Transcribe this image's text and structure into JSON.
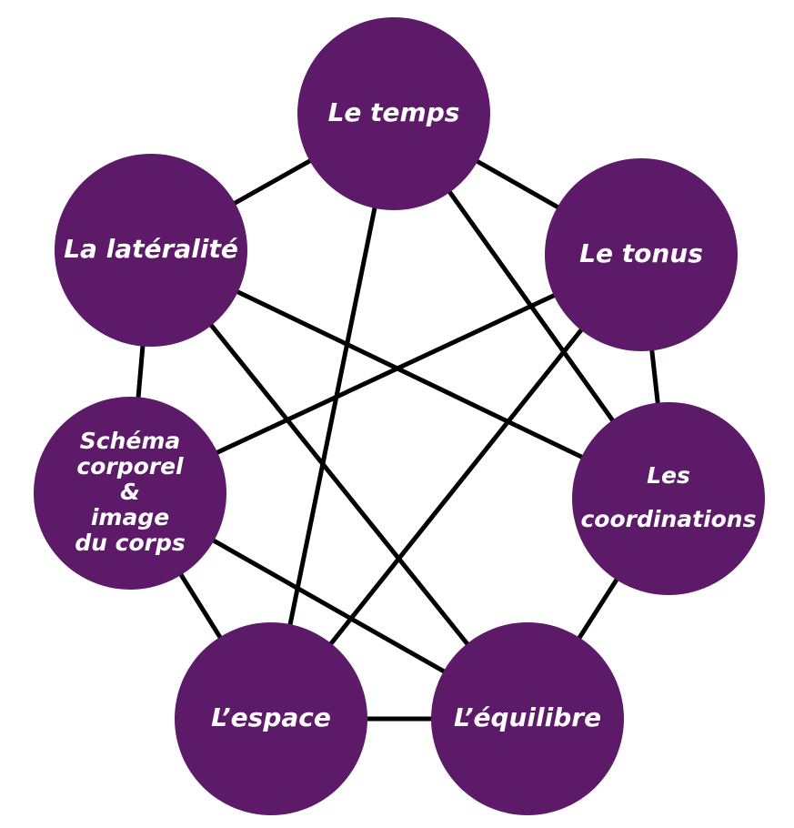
{
  "nodes": [
    {
      "id": "temps",
      "label_lines": [
        "Le temps"
      ]
    },
    {
      "id": "tonus",
      "label_lines": [
        "Le tonus"
      ]
    },
    {
      "id": "coordinations",
      "label_lines": [
        "Les",
        "coordinations"
      ]
    },
    {
      "id": "equilibre",
      "label_lines": [
        "L’équilibre"
      ]
    },
    {
      "id": "espace",
      "label_lines": [
        "L’espace"
      ]
    },
    {
      "id": "schema",
      "label_lines": [
        "Schéma",
        "corporel",
        "&",
        "image",
        "du corps"
      ]
    },
    {
      "id": "lateralite",
      "label_lines": [
        "La latéralité"
      ]
    }
  ],
  "edges": [
    [
      "temps",
      "tonus"
    ],
    [
      "tonus",
      "coordinations"
    ],
    [
      "coordinations",
      "equilibre"
    ],
    [
      "equilibre",
      "espace"
    ],
    [
      "espace",
      "schema"
    ],
    [
      "schema",
      "lateralite"
    ],
    [
      "lateralite",
      "temps"
    ],
    [
      "temps",
      "espace"
    ],
    [
      "temps",
      "coordinations"
    ],
    [
      "lateralite",
      "coordinations"
    ],
    [
      "lateralite",
      "equilibre"
    ],
    [
      "tonus",
      "schema"
    ],
    [
      "tonus",
      "espace"
    ],
    [
      "schema",
      "equilibre"
    ]
  ],
  "colors": {
    "node_fill": "#5c1a68",
    "edge": "#000000",
    "label": "#ffffff"
  }
}
